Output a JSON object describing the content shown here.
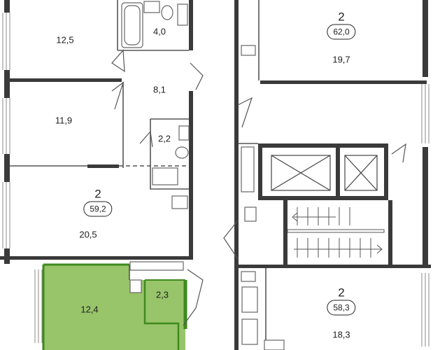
{
  "colors": {
    "wall": "#3a3a3a",
    "thin_wall": "#555555",
    "highlight_fill": "#98c46a",
    "highlight_wall": "#3e8a1e",
    "fixture": "#666666",
    "background": "#ffffff"
  },
  "apartments": [
    {
      "rooms": "2",
      "total_area": "59,2"
    },
    {
      "rooms": "2",
      "total_area": "62,0"
    },
    {
      "rooms": "2",
      "total_area": "58,3"
    }
  ],
  "room_areas": {
    "left_top_room": "12,5",
    "left_bath": "4,0",
    "left_hall": "8,1",
    "left_middle_room": "11,9",
    "left_wc": "2,2",
    "left_living": "20,5",
    "highlighted_room": "12,4",
    "highlighted_bath": "2,3",
    "right_top_living": "19,7",
    "right_bottom_living": "18,3"
  }
}
